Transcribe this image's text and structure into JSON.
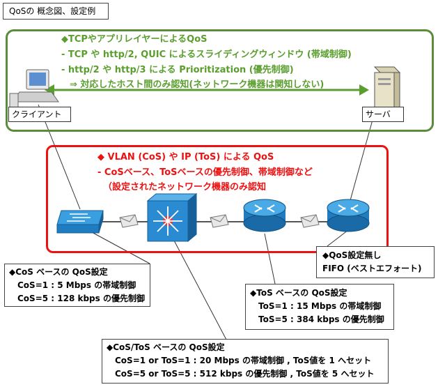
{
  "title": "QoSの 概念図、設定例",
  "app_layer": {
    "heading": "◆TCPやアプリレイヤーによるQoS",
    "line1": "- TCP や http/2, QUIC によるスライディングウィンドウ (帯域制御)",
    "line2": "- http/2 や http/3 による Prioritization (優先制御)",
    "line3": "⇒  対応したホスト間のみ認知(ネットワーク機器は関知しない)"
  },
  "network_layer": {
    "heading": "◆ VLAN (CoS) や IP (ToS) による QoS",
    "line1": "- CoSベース、ToSベースの優先制御、帯域制御など",
    "line2": "（設定されたネットワーク機器のみ認知"
  },
  "hosts": {
    "client": "クライアント",
    "server": "サーバ"
  },
  "callouts": {
    "cos": {
      "title": "◆CoS ベースの QoS設定",
      "line1": "CoS=1 : 5 Mbps の帯域制御",
      "line2": "CoS=5 : 128 kbps の優先制御"
    },
    "tos": {
      "title": "◆ToS ベースの QoS設定",
      "line1": "ToS=1 : 15 Mbps の帯域制御",
      "line2": "ToS=5 : 384 kbps の優先制御"
    },
    "fifo": {
      "title": "◆QoS設定無し",
      "line1": "FIFO (ベストエフォート)"
    },
    "costos": {
      "title": "◆CoS/ToS ベースの QoS設定",
      "line1": "CoS=1 or ToS=1 : 20 Mbps の帯域制御 , ToS値を 1 へセット",
      "line2": "CoS=5 or ToS=5 : 512 kbps の優先制御 , ToS値を 5 へセット"
    }
  },
  "colors": {
    "green": "#5a9e2e",
    "red": "#e11111",
    "device_blue": "#1f8fd6"
  }
}
